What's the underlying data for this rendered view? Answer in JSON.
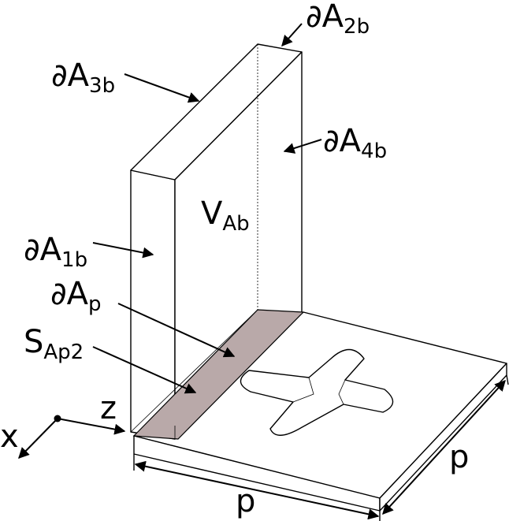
{
  "colors": {
    "line": "#000000",
    "background": "#ffffff",
    "port_face": "#b9a9a9"
  },
  "labels": {
    "dA2b": {
      "main": "∂A",
      "sub": "2b"
    },
    "dA3b": {
      "main": "∂A",
      "sub": "3b"
    },
    "dA4b": {
      "main": "∂A",
      "sub": "4b"
    },
    "VAb": {
      "main": "V",
      "sub": "Ab"
    },
    "dA1b": {
      "main": "∂A",
      "sub": "1b"
    },
    "dAp": {
      "main": "∂A",
      "sub": "p"
    },
    "SAp2": {
      "main": "S",
      "sub": "Ap2"
    },
    "axis_z": "z",
    "axis_x": "x",
    "dim_front": "p",
    "dim_side": "p"
  }
}
